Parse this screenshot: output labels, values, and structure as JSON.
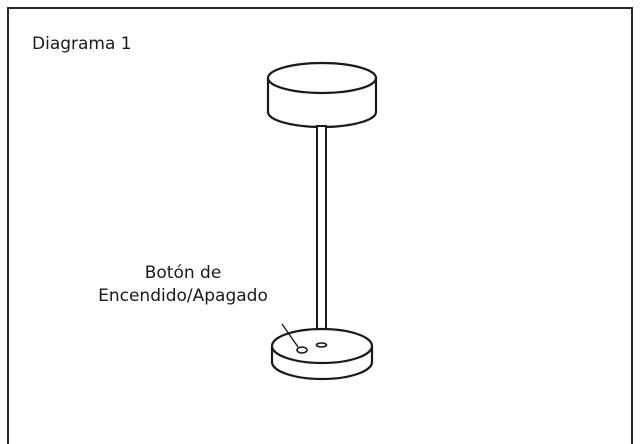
{
  "diagram": {
    "title": "Diagrama 1",
    "label_line1": "Botón de",
    "label_line2": "Encendido/Apagado"
  }
}
